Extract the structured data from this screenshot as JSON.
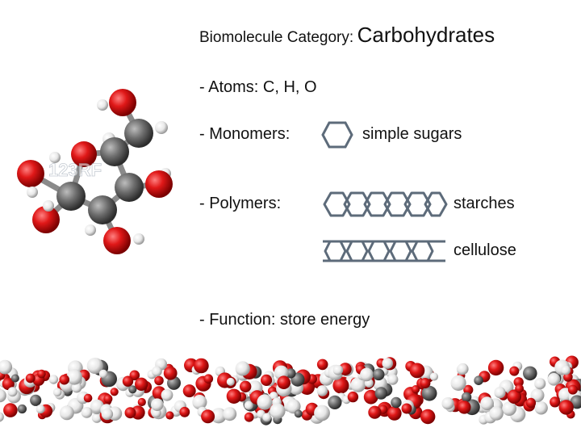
{
  "slide": {
    "heading_label": "Biomolecule Category:",
    "heading_value": "Carbohydrates",
    "atoms": "- Atoms: C, H, O",
    "monomers_label": "- Monomers:",
    "monomers_value": "simple sugars",
    "polymers_label": "-   Polymers:",
    "polymer_items": [
      "starches",
      "cellulose"
    ],
    "function": "- Function: store energy"
  },
  "colors": {
    "hexagon_stroke": "#5d6b7a",
    "oxygen": "#d81c1c",
    "carbon": "#555555",
    "hydrogen": "#e6e6e6"
  },
  "images": {
    "molecule": "glucose ring ball-and-stick model",
    "chain": "polysaccharide chain space-filling model",
    "watermark": "123RF"
  }
}
